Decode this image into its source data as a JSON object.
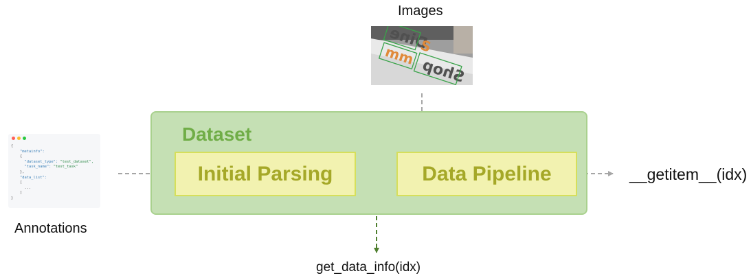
{
  "inputs": {
    "images_label": "Images",
    "annotations_label": "Annotations"
  },
  "dataset": {
    "title": "Dataset",
    "stages": {
      "initial_parsing": "Initial Parsing",
      "data_pipeline": "Data Pipeline"
    }
  },
  "outputs": {
    "getitem": "__getitem__(idx)",
    "get_data_info": "get_data_info(idx)"
  },
  "annotation_code": {
    "open_brace": "{",
    "metainfo_key": "\"metainfo\":",
    "inner_open": "{",
    "dataset_type_key": "\"dataset_type\":",
    "dataset_type_value": "\"test_dataset\",",
    "task_name_key": "\"task_name\":",
    "task_name_value": "\"test_task\"",
    "inner_close": "},",
    "data_list_key": "\"data_list\":",
    "list_open": "[",
    "ellipsis": "...",
    "list_close": "]",
    "close_brace": "}"
  },
  "image_sample": {
    "sign_words": [
      "Dine",
      "Shop",
      "S",
      "mm"
    ]
  },
  "colors": {
    "dataset_fill": "#c5e0b4",
    "dataset_border": "#a9d18e",
    "dataset_title": "#70ad47",
    "stage_fill": "#f2f2b0",
    "stage_border": "#d6df5b",
    "stage_text": "#a5a828",
    "flow_arrow": "#a6a6a6",
    "info_arrow": "#4f7f2f"
  }
}
